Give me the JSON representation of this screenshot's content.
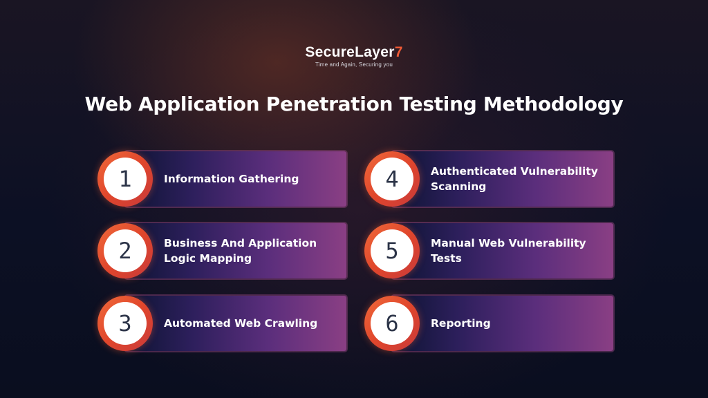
{
  "logo": {
    "name_main": "SecureLayer",
    "name_accent": "7",
    "tagline": "Time and Again, Securing you"
  },
  "title": "Web Application Penetration Testing Methodology",
  "steps": [
    {
      "number": "1",
      "label": "Information Gathering"
    },
    {
      "number": "2",
      "label": "Business And Application\nLogic Mapping"
    },
    {
      "number": "3",
      "label": "Automated Web Crawling"
    },
    {
      "number": "4",
      "label": "Authenticated Vulnerability\nScanning"
    },
    {
      "number": "5",
      "label": "Manual Web Vulnerability\nTests"
    },
    {
      "number": "6",
      "label": "Reporting"
    }
  ],
  "colors": {
    "accent": "#f05a35",
    "circle_ring": "#e0462c",
    "card_gradient_start": "#0d1432",
    "card_gradient_end": "#8a3f84",
    "background": "#0b0f22"
  }
}
